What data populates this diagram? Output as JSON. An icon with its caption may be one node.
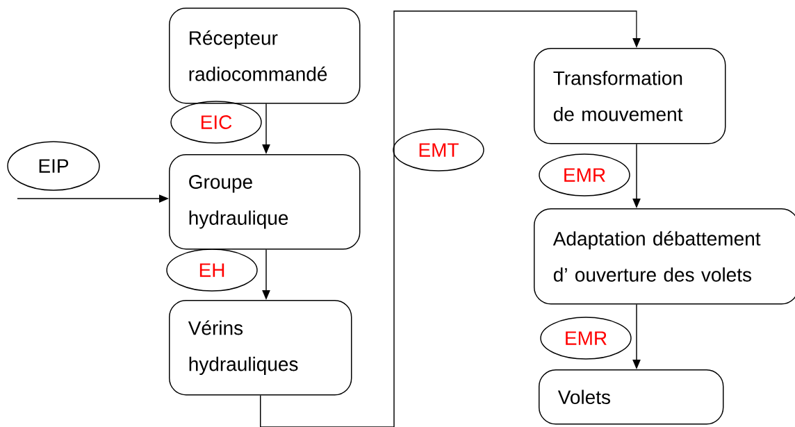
{
  "diagram": {
    "nodes": [
      {
        "text": [
          "Récepteur radiocommandé"
        ]
      },
      {
        "text": [
          "Groupe hydraulique"
        ]
      },
      {
        "text": [
          "Vérins hydrauliques"
        ]
      },
      {
        "text": [
          "Transformation de mouvement"
        ]
      },
      {
        "text": [
          "Adaptation débattement d’ ouverture des volets"
        ]
      },
      {
        "text": [
          "Volets"
        ]
      },
      {
        "text": [
          "EIP"
        ]
      },
      {
        "text": [
          "EIC"
        ]
      },
      {
        "text": [
          "EH"
        ]
      },
      {
        "text": [
          "EMT"
        ]
      },
      {
        "text": [
          "EMR"
        ]
      },
      {
        "text": [
          "EMR"
        ]
      }
    ],
    "edges": [
      {
        "from": null,
        "to": 1,
        "arrow": "to"
      },
      {
        "from": 0,
        "to": 1,
        "arrow": "to"
      },
      {
        "from": 1,
        "to": 2,
        "arrow": "to"
      },
      {
        "from": 2,
        "to": 3,
        "arrow": "to"
      },
      {
        "from": 3,
        "to": 4,
        "arrow": "to"
      },
      {
        "from": 4,
        "to": 5,
        "arrow": "to"
      }
    ]
  }
}
